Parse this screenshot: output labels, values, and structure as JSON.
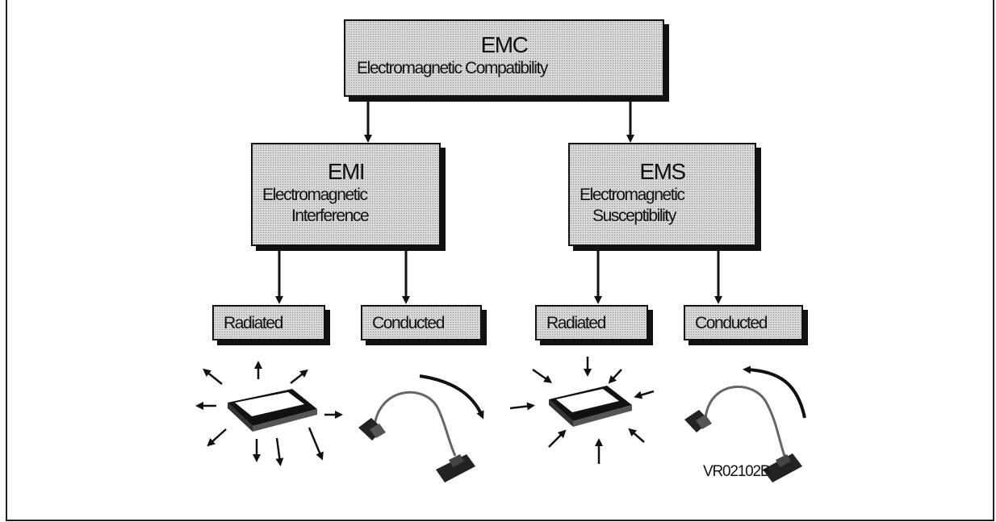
{
  "root": {
    "title": "EMC",
    "subtitle": "Electromagnetic Compatibility"
  },
  "emi": {
    "title": "EMI",
    "line1": "Electromagnetic",
    "line2": "Interference"
  },
  "ems": {
    "title": "EMS",
    "line1": "Electromagnetic",
    "line2": "Susceptibility"
  },
  "leaves": {
    "emi_radiated": "Radiated",
    "emi_conducted": "Conducted",
    "ems_radiated": "Radiated",
    "ems_conducted": "Conducted"
  },
  "figure_code": "VR02102B"
}
